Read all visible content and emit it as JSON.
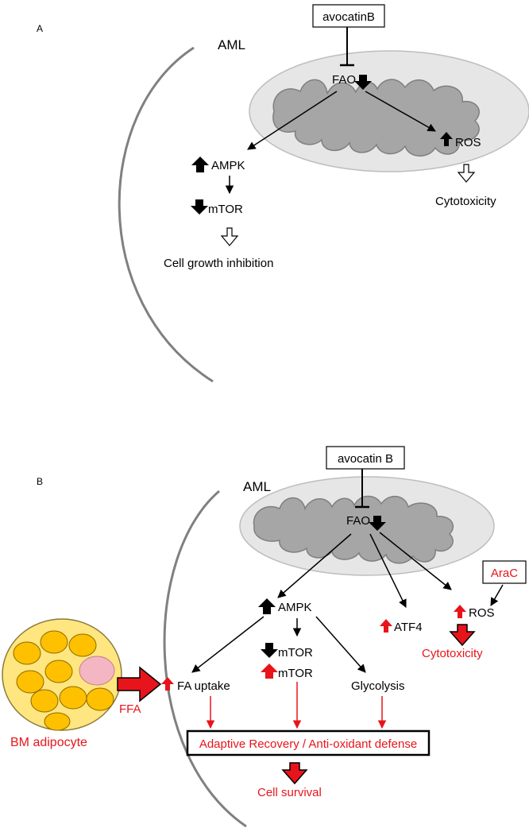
{
  "panel_a": {
    "panel_label": "A",
    "cell_label": "AML",
    "drug": "avocatinB",
    "fao": "FAO",
    "ros": "ROS",
    "cytotoxicity": "Cytotoxicity",
    "ampk": "AMPK",
    "mtor": "mTOR",
    "growth": "Cell growth inhibition"
  },
  "panel_b": {
    "panel_label": "B",
    "cell_label": "AML",
    "drug": "avocatin B",
    "fao": "FAO",
    "arac": "AraC",
    "ros": "ROS",
    "ampk": "AMPK",
    "atf4": "ATF4",
    "cytotoxicity": "Cytotoxicity",
    "mtor_down": "mTOR",
    "mtor_up": "mTOR",
    "fa_uptake": "FA uptake",
    "glycolysis": "Glycolysis",
    "ffa": "FFA",
    "adipocyte": "BM adipocyte",
    "adaptive": "Adaptive Recovery / Anti-oxidant defense",
    "survival": "Cell survival"
  },
  "colors": {
    "red": "#e8141b",
    "black": "#000000",
    "membrane": "#808080",
    "mito_outer": "#e6e6e6",
    "mito_inner": "#a6a6a6",
    "adipocyte_fill": "#ffe680",
    "droplet": "#ffc000",
    "nucleus": "#f4b6c2"
  }
}
